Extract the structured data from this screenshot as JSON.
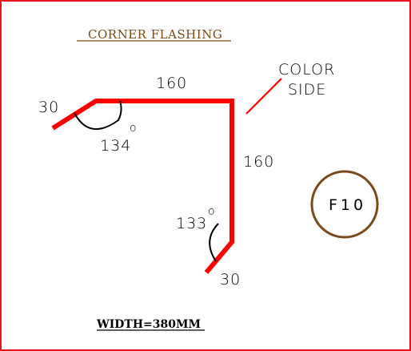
{
  "title": "CORNER FLASHING",
  "width_label": "WIDTH=380MM",
  "color_side": {
    "line1": "COLOR",
    "line2": "SIDE"
  },
  "dimensions": {
    "left_lip": "30",
    "top_run": "160",
    "vertical_run": "160",
    "bottom_lip": "30"
  },
  "angles": {
    "top_left": "134",
    "bottom": "133",
    "degree_mark": "o"
  },
  "code_badge": "F10",
  "colors": {
    "frame": "#e8141b",
    "profile": "#ff0000",
    "title": "#7a4a12",
    "badge_ring": "#7a4a1a",
    "text": "#000000"
  }
}
